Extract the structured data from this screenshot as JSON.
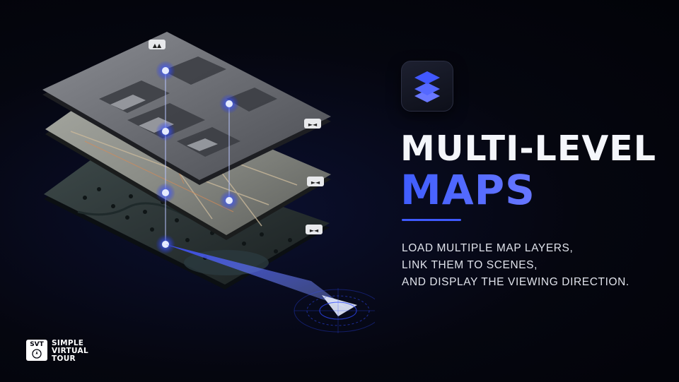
{
  "heading": {
    "line1": "MULTI-LEVEL",
    "line2": "MAPS"
  },
  "description": [
    "LOAD MULTIPLE MAP LAYERS,",
    "LINK THEM TO SCENES,",
    "AND DISPLAY THE VIEWING DIRECTION."
  ],
  "brand": {
    "abbr": "SVT",
    "name_lines": [
      "SIMPLE",
      "VIRTUAL",
      "TOUR"
    ]
  },
  "app_icon": {
    "name": "layers-icon"
  },
  "map_layers": [
    {
      "name": "floor-plan",
      "style": "grayscale-building-plan"
    },
    {
      "name": "street-map",
      "style": "light-road-map"
    },
    {
      "name": "terrain-map",
      "style": "dark-tree-map"
    }
  ],
  "colors": {
    "accent": "#3f5aff",
    "accent_light": "#8c83ff",
    "glow": "#4f6bff",
    "text": "#f4f6fb",
    "background": "#05060f"
  }
}
